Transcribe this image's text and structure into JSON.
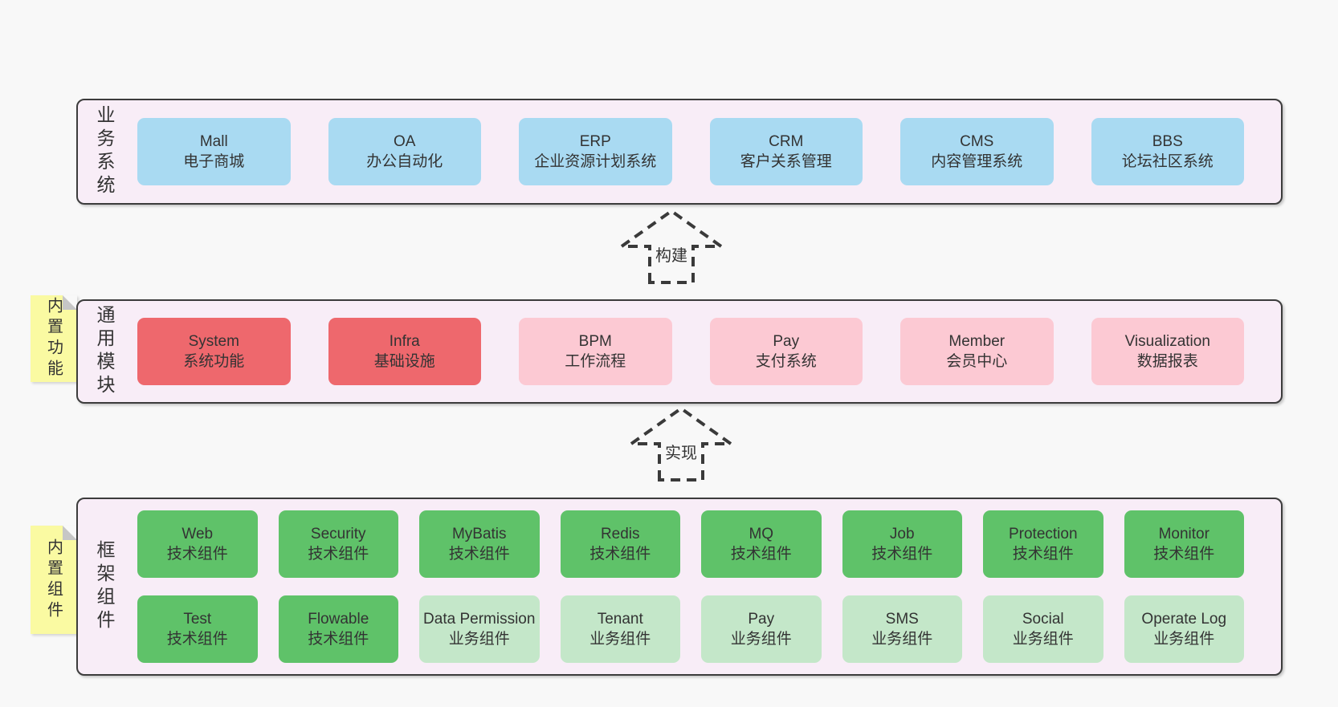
{
  "colors": {
    "page_bg": "#f8f8f8",
    "band_bg": "#f8edf7",
    "band_border": "#3c3c3c",
    "blue_box": "#a9daf2",
    "red_box": "#ee686d",
    "pink_box": "#fcc9d3",
    "green_box": "#5fc269",
    "green_light_box": "#c4e7c9",
    "note_yellow": "#fafaa2",
    "text": "#333333"
  },
  "bands": [
    {
      "label": "业务系统",
      "boxes": [
        {
          "name": "Mall",
          "desc": "电子商城"
        },
        {
          "name": "OA",
          "desc": "办公自动化"
        },
        {
          "name": "ERP",
          "desc": "企业资源计划系统"
        },
        {
          "name": "CRM",
          "desc": "客户关系管理"
        },
        {
          "name": "CMS",
          "desc": "内容管理系统"
        },
        {
          "name": "BBS",
          "desc": "论坛社区系统"
        }
      ]
    },
    {
      "label": "通用模块",
      "note": "内置功能",
      "boxes": [
        {
          "name": "System",
          "desc": "系统功能"
        },
        {
          "name": "Infra",
          "desc": "基础设施"
        },
        {
          "name": "BPM",
          "desc": "工作流程"
        },
        {
          "name": "Pay",
          "desc": "支付系统"
        },
        {
          "name": "Member",
          "desc": "会员中心"
        },
        {
          "name": "Visualization",
          "desc": "数据报表"
        }
      ]
    },
    {
      "label": "框架组件",
      "note": "内置组件",
      "rows": [
        [
          {
            "name": "Web",
            "desc": "技术组件"
          },
          {
            "name": "Security",
            "desc": "技术组件"
          },
          {
            "name": "MyBatis",
            "desc": "技术组件"
          },
          {
            "name": "Redis",
            "desc": "技术组件"
          },
          {
            "name": "MQ",
            "desc": "技术组件"
          },
          {
            "name": "Job",
            "desc": "技术组件"
          },
          {
            "name": "Protection",
            "desc": "技术组件"
          },
          {
            "name": "Monitor",
            "desc": "技术组件"
          }
        ],
        [
          {
            "name": "Test",
            "desc": "技术组件"
          },
          {
            "name": "Flowable",
            "desc": "技术组件"
          },
          {
            "name": "Data Permission",
            "desc": "业务组件"
          },
          {
            "name": "Tenant",
            "desc": "业务组件"
          },
          {
            "name": "Pay",
            "desc": "业务组件"
          },
          {
            "name": "SMS",
            "desc": "业务组件"
          },
          {
            "name": "Social",
            "desc": "业务组件"
          },
          {
            "name": "Operate Log",
            "desc": "业务组件"
          }
        ]
      ]
    }
  ],
  "arrows": [
    {
      "label": "构建"
    },
    {
      "label": "实现"
    }
  ]
}
